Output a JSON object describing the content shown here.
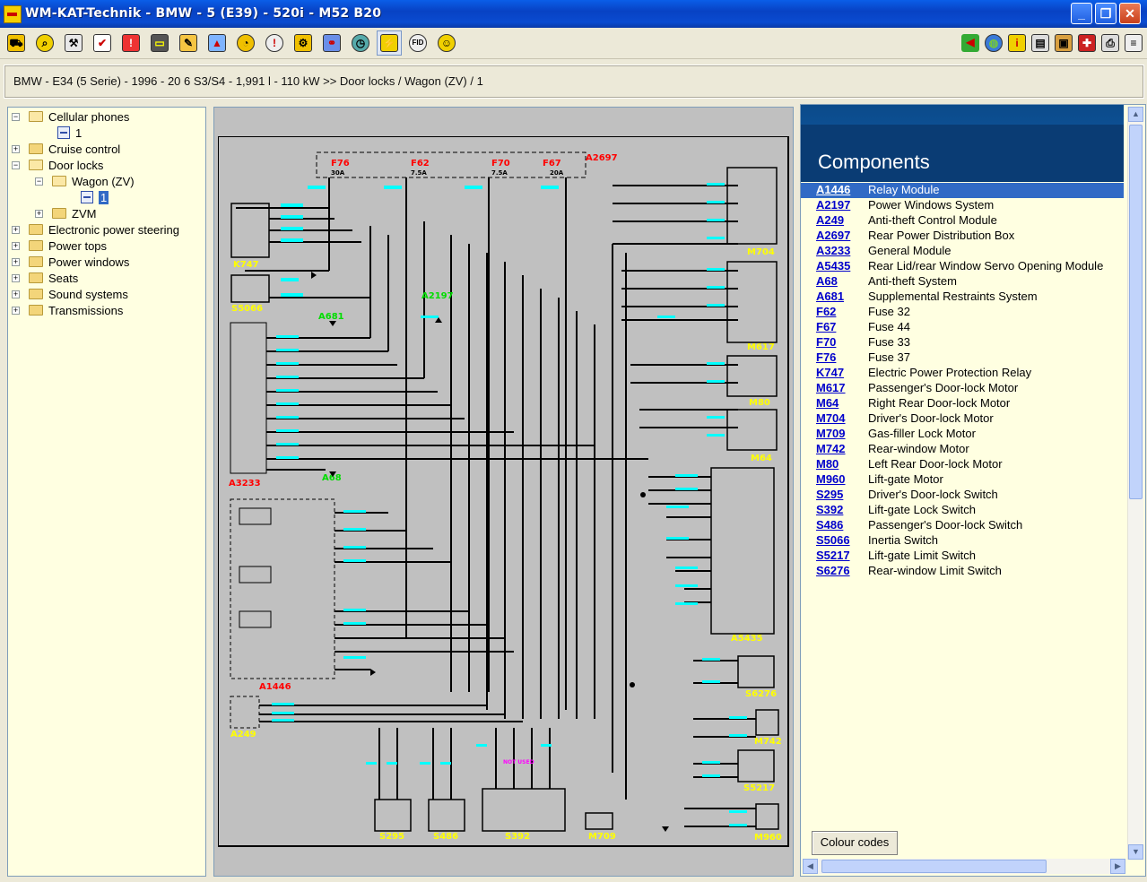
{
  "window": {
    "title": "WM-KAT-Technik - BMW - 5 (E39) - 520i - M52 B20",
    "min_glyph": "_",
    "max_glyph": "❐",
    "close_glyph": "✕"
  },
  "toolbar": {
    "left_icons": [
      "car-icon",
      "magnifier-icon",
      "tools-icon",
      "checklist-icon",
      "engine-warning-icon",
      "battery-icon",
      "pencil-icon",
      "chart-icon",
      "gauge-icon",
      "warning-icon",
      "gear-icon",
      "mechanism-icon",
      "timer-icon",
      "wiring-diagram-icon",
      "fid-icon",
      "help-face-icon"
    ],
    "right_icons": [
      "back-icon",
      "globe-icon",
      "info-icon",
      "printer-icon",
      "folder-icon",
      "flag-icon",
      "print-setup-icon",
      "list-icon"
    ],
    "fid_label": "FID"
  },
  "breadcrumb": "BMW - E34 (5 Serie) - 1996 - 20 6 S3/S4 - 1,991 l - 110 kW >> Door locks / Wagon (ZV) / 1",
  "tree": {
    "items": [
      {
        "label": "Cellular phones",
        "expander": "−",
        "level": 0,
        "open": true,
        "type": "folder"
      },
      {
        "label": "1",
        "expander": "",
        "level": 1,
        "type": "doc"
      },
      {
        "label": "Cruise control",
        "expander": "+",
        "level": 0,
        "type": "folder"
      },
      {
        "label": "Door locks",
        "expander": "−",
        "level": 0,
        "open": true,
        "type": "folder"
      },
      {
        "label": "Wagon (ZV)",
        "expander": "−",
        "level": 1,
        "open": true,
        "type": "folder"
      },
      {
        "label": "1",
        "expander": "",
        "level": 2,
        "type": "doc",
        "selected": true
      },
      {
        "label": "ZVM",
        "expander": "+",
        "level": 1,
        "type": "folder"
      },
      {
        "label": "Electronic power steering",
        "expander": "+",
        "level": 0,
        "type": "folder"
      },
      {
        "label": "Power tops",
        "expander": "+",
        "level": 0,
        "type": "folder"
      },
      {
        "label": "Power windows",
        "expander": "+",
        "level": 0,
        "type": "folder"
      },
      {
        "label": "Seats",
        "expander": "+",
        "level": 0,
        "type": "folder"
      },
      {
        "label": "Sound systems",
        "expander": "+",
        "level": 0,
        "type": "folder"
      },
      {
        "label": "Transmissions",
        "expander": "+",
        "level": 0,
        "type": "folder"
      }
    ]
  },
  "diagram": {
    "fuses": [
      "F76",
      "F62",
      "F70",
      "F67"
    ],
    "fuse_ratings": [
      "30A",
      "7.5A",
      "7.5A",
      "20A"
    ],
    "red_labels": [
      "A2697",
      "A3233",
      "A1446"
    ],
    "green_labels": [
      "A2197",
      "A681",
      "A68"
    ],
    "yellow_labels": [
      "K747",
      "S5066",
      "M704",
      "M617",
      "M80",
      "M64",
      "A5435",
      "S6276",
      "M742",
      "S5217",
      "M960",
      "S295",
      "S486",
      "S392",
      "M709",
      "A249"
    ],
    "not_used": "NOT USED"
  },
  "components": {
    "heading": "Components",
    "items": [
      {
        "code": "A1446",
        "name": "Relay Module",
        "highlight": true
      },
      {
        "code": "A2197",
        "name": "Power Windows System"
      },
      {
        "code": "A249",
        "name": "Anti-theft Control Module"
      },
      {
        "code": "A2697",
        "name": "Rear Power Distribution Box"
      },
      {
        "code": "A3233",
        "name": "General Module"
      },
      {
        "code": "A5435",
        "name": "Rear Lid/rear Window Servo Opening Module"
      },
      {
        "code": "A68",
        "name": "Anti-theft System"
      },
      {
        "code": "A681",
        "name": "Supplemental Restraints System"
      },
      {
        "code": "F62",
        "name": "Fuse 32"
      },
      {
        "code": "F67",
        "name": "Fuse 44"
      },
      {
        "code": "F70",
        "name": "Fuse 33"
      },
      {
        "code": "F76",
        "name": "Fuse 37"
      },
      {
        "code": "K747",
        "name": "Electric Power Protection Relay"
      },
      {
        "code": "M617",
        "name": "Passenger's Door-lock Motor"
      },
      {
        "code": "M64",
        "name": "Right Rear Door-lock Motor"
      },
      {
        "code": "M704",
        "name": "Driver's Door-lock Motor"
      },
      {
        "code": "M709",
        "name": "Gas-filler Lock Motor"
      },
      {
        "code": "M742",
        "name": "Rear-window Motor"
      },
      {
        "code": "M80",
        "name": "Left Rear Door-lock Motor"
      },
      {
        "code": "M960",
        "name": "Lift-gate Motor"
      },
      {
        "code": "S295",
        "name": "Driver's Door-lock Switch"
      },
      {
        "code": "S392",
        "name": "Lift-gate Lock Switch"
      },
      {
        "code": "S486",
        "name": "Passenger's Door-lock Switch"
      },
      {
        "code": "S5066",
        "name": "Inertia Switch"
      },
      {
        "code": "S5217",
        "name": "Lift-gate Limit Switch"
      },
      {
        "code": "S6276",
        "name": "Rear-window Limit Switch"
      }
    ],
    "colour_codes_button": "Colour codes"
  },
  "colors": {
    "titlebar": "#0a4bd0",
    "panel_bg": "#ffffe1",
    "diagram_bg": "#c0c0c0",
    "link": "#0000cc",
    "selection": "#316ac5",
    "red_label": "#ff0000",
    "green_label": "#00dd00",
    "yellow_label": "#ffff00",
    "cyan_wire": "#00ffff"
  }
}
